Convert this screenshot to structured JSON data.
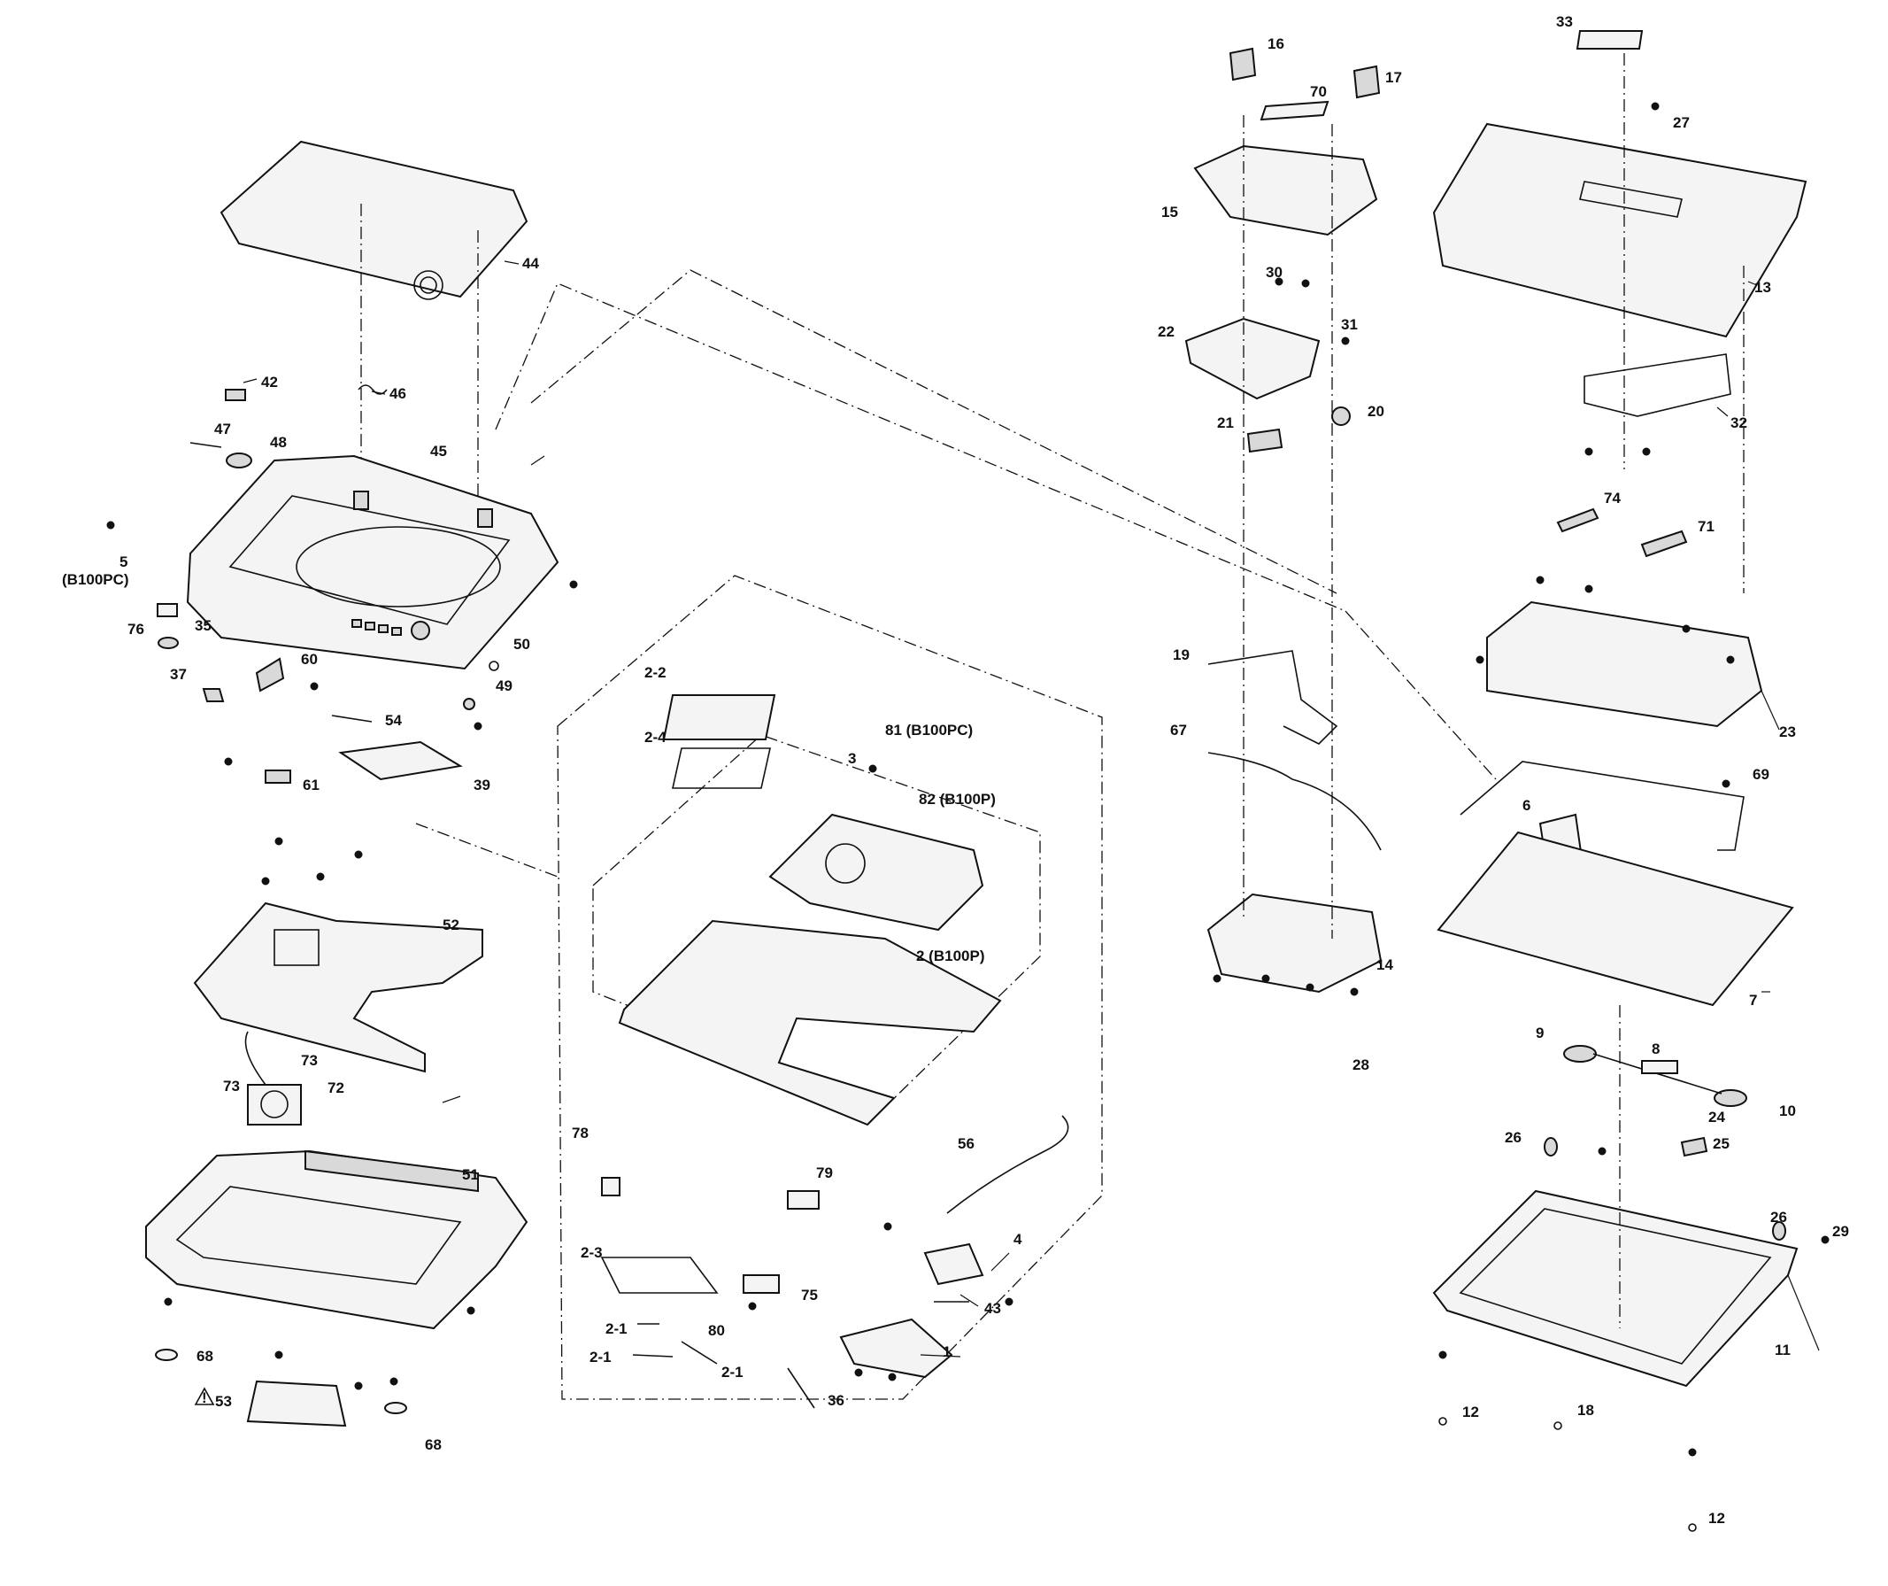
{
  "labels": {
    "l1": "1",
    "l2": "2 (B100P)",
    "l2_1a": "2-1",
    "l2_1b": "2-1",
    "l2_1c": "2-1",
    "l2_2": "2-2",
    "l2_3": "2-3",
    "l2_4": "2-4",
    "l3": "3",
    "l4": "4",
    "l5": "5",
    "l5b": "(B100PC)",
    "l6": "6",
    "l7": "7",
    "l8": "8",
    "l9": "9",
    "l10": "10",
    "l11": "11",
    "l12a": "12",
    "l12b": "12",
    "l13": "13",
    "l14": "14",
    "l15": "15",
    "l16": "16",
    "l17": "17",
    "l18": "18",
    "l19": "19",
    "l20": "20",
    "l21": "21",
    "l22": "22",
    "l23": "23",
    "l24": "24",
    "l25": "25",
    "l26a": "26",
    "l26b": "26",
    "l27": "27",
    "l28": "28",
    "l29": "29",
    "l30": "30",
    "l31": "31",
    "l32": "32",
    "l33": "33",
    "l35": "35",
    "l36": "36",
    "l37": "37",
    "l39": "39",
    "l42": "42",
    "l43": "43",
    "l44": "44",
    "l45": "45",
    "l46": "46",
    "l47": "47",
    "l48": "48",
    "l49": "49",
    "l50": "50",
    "l51": "51",
    "l52": "52",
    "l53": "53",
    "l54": "54",
    "l56": "56",
    "l60": "60",
    "l61": "61",
    "l67": "67",
    "l68a": "68",
    "l68b": "68",
    "l69": "69",
    "l70": "70",
    "l71": "71",
    "l72": "72",
    "l73a": "73",
    "l73b": "73",
    "l74": "74",
    "l75": "75",
    "l76": "76",
    "l78": "78",
    "l79": "79",
    "l80": "80",
    "l81": "81 (B100PC)",
    "l82": "82 (B100P)"
  },
  "warning_symbol": "warning-triangle"
}
